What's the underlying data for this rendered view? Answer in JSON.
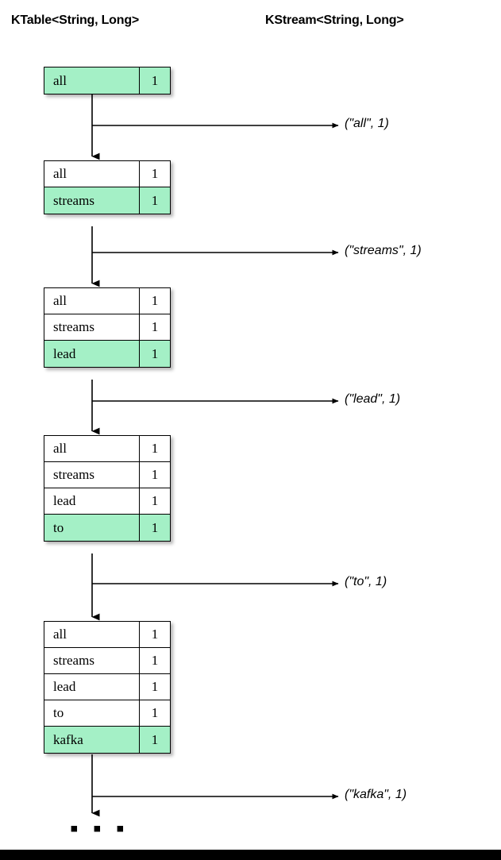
{
  "headers": {
    "left": "KTable<String, Long>",
    "right": "KStream<String, Long>"
  },
  "colors": {
    "highlight_green": "#a4f0c6",
    "border": "#000000",
    "background": "#ffffff",
    "bottom_bar": "#000000"
  },
  "snapshots": [
    {
      "id": "snapshot-1",
      "rows": [
        {
          "key": "all",
          "value": "1",
          "highlighted": true
        }
      ],
      "emits": "(\"all\", 1)"
    },
    {
      "id": "snapshot-2",
      "rows": [
        {
          "key": "all",
          "value": "1",
          "highlighted": false
        },
        {
          "key": "streams",
          "value": "1",
          "highlighted": true
        }
      ],
      "emits": "(\"streams\", 1)"
    },
    {
      "id": "snapshot-3",
      "rows": [
        {
          "key": "all",
          "value": "1",
          "highlighted": false
        },
        {
          "key": "streams",
          "value": "1",
          "highlighted": false
        },
        {
          "key": "lead",
          "value": "1",
          "highlighted": true
        }
      ],
      "emits": "(\"lead\", 1)"
    },
    {
      "id": "snapshot-4",
      "rows": [
        {
          "key": "all",
          "value": "1",
          "highlighted": false
        },
        {
          "key": "streams",
          "value": "1",
          "highlighted": false
        },
        {
          "key": "lead",
          "value": "1",
          "highlighted": false
        },
        {
          "key": "to",
          "value": "1",
          "highlighted": true
        }
      ],
      "emits": "(\"to\", 1)"
    },
    {
      "id": "snapshot-5",
      "rows": [
        {
          "key": "all",
          "value": "1",
          "highlighted": false
        },
        {
          "key": "streams",
          "value": "1",
          "highlighted": false
        },
        {
          "key": "lead",
          "value": "1",
          "highlighted": false
        },
        {
          "key": "to",
          "value": "1",
          "highlighted": false
        },
        {
          "key": "kafka",
          "value": "1",
          "highlighted": true
        }
      ],
      "emits": "(\"kafka\", 1)"
    }
  ],
  "continuation": "▪ ▪ ▪"
}
